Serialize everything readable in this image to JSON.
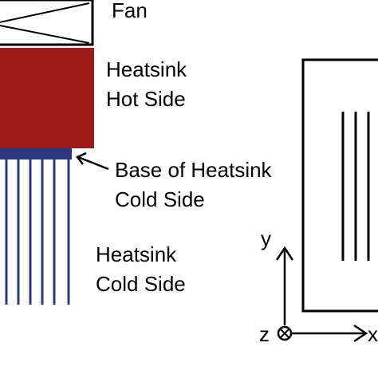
{
  "colors": {
    "hot_side": "#9b1a1a",
    "cold_side": "#2a3980",
    "outline": "#000000"
  },
  "labels": {
    "fan": "Fan",
    "hot_side_line1": "Heatsink",
    "hot_side_line2": "Hot Side",
    "base_line1": "Base of Heatsink",
    "base_line2": "Cold Side",
    "cold_side_line1": "Heatsink",
    "cold_side_line2": "Cold Side"
  },
  "axes": {
    "y_label": "y",
    "z_label": "z",
    "x_label": "x"
  }
}
